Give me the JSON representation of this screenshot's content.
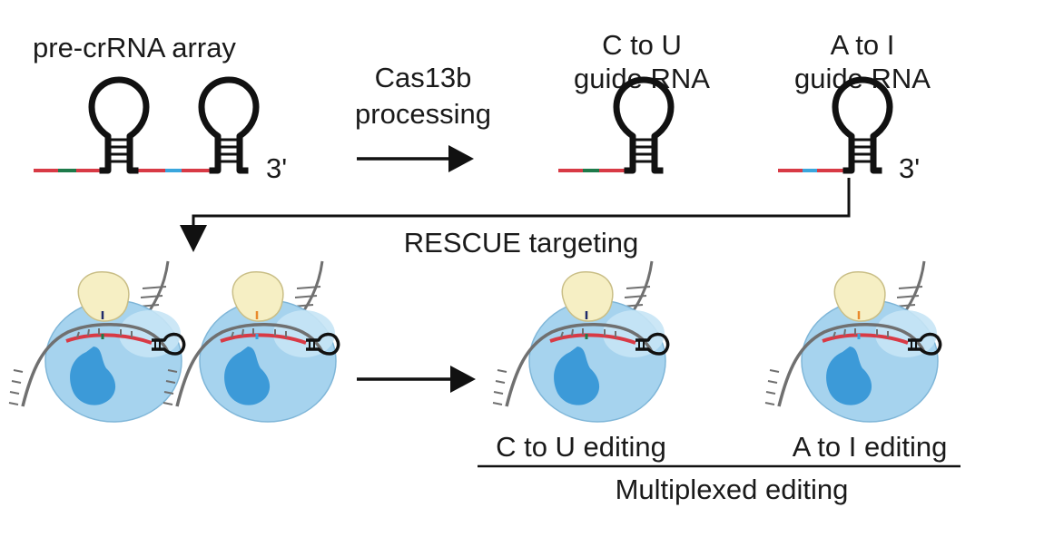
{
  "labels": {
    "pre_crrna_array": "pre-crRNA array",
    "three_prime_a": "3'",
    "three_prime_b": "3'",
    "cas13b_line1": "Cas13b",
    "cas13b_line2": "processing",
    "c_to_u_guide_line1": "C to U",
    "c_to_u_guide_line2": "guide RNA",
    "a_to_i_guide_line1": "A to I",
    "a_to_i_guide_line2": "guide RNA",
    "rescue_targeting": "RESCUE targeting",
    "c_to_u_editing": "C to U editing",
    "a_to_i_editing": "A to I editing",
    "multiplexed_editing": "Multiplexed editing"
  },
  "colors": {
    "guide_red": "#d83a45",
    "guide_green": "#1e7a4a",
    "guide_blue": "#3aa6dd",
    "hairpin_black": "#111111",
    "protein_light": "#a6d3ee",
    "protein_dark": "#3c9ad8",
    "deaminase": "#f6efc4",
    "target_rna_gray": "#707070",
    "edit_orange": "#e98a2c",
    "edit_navy": "#1f2a6b"
  }
}
